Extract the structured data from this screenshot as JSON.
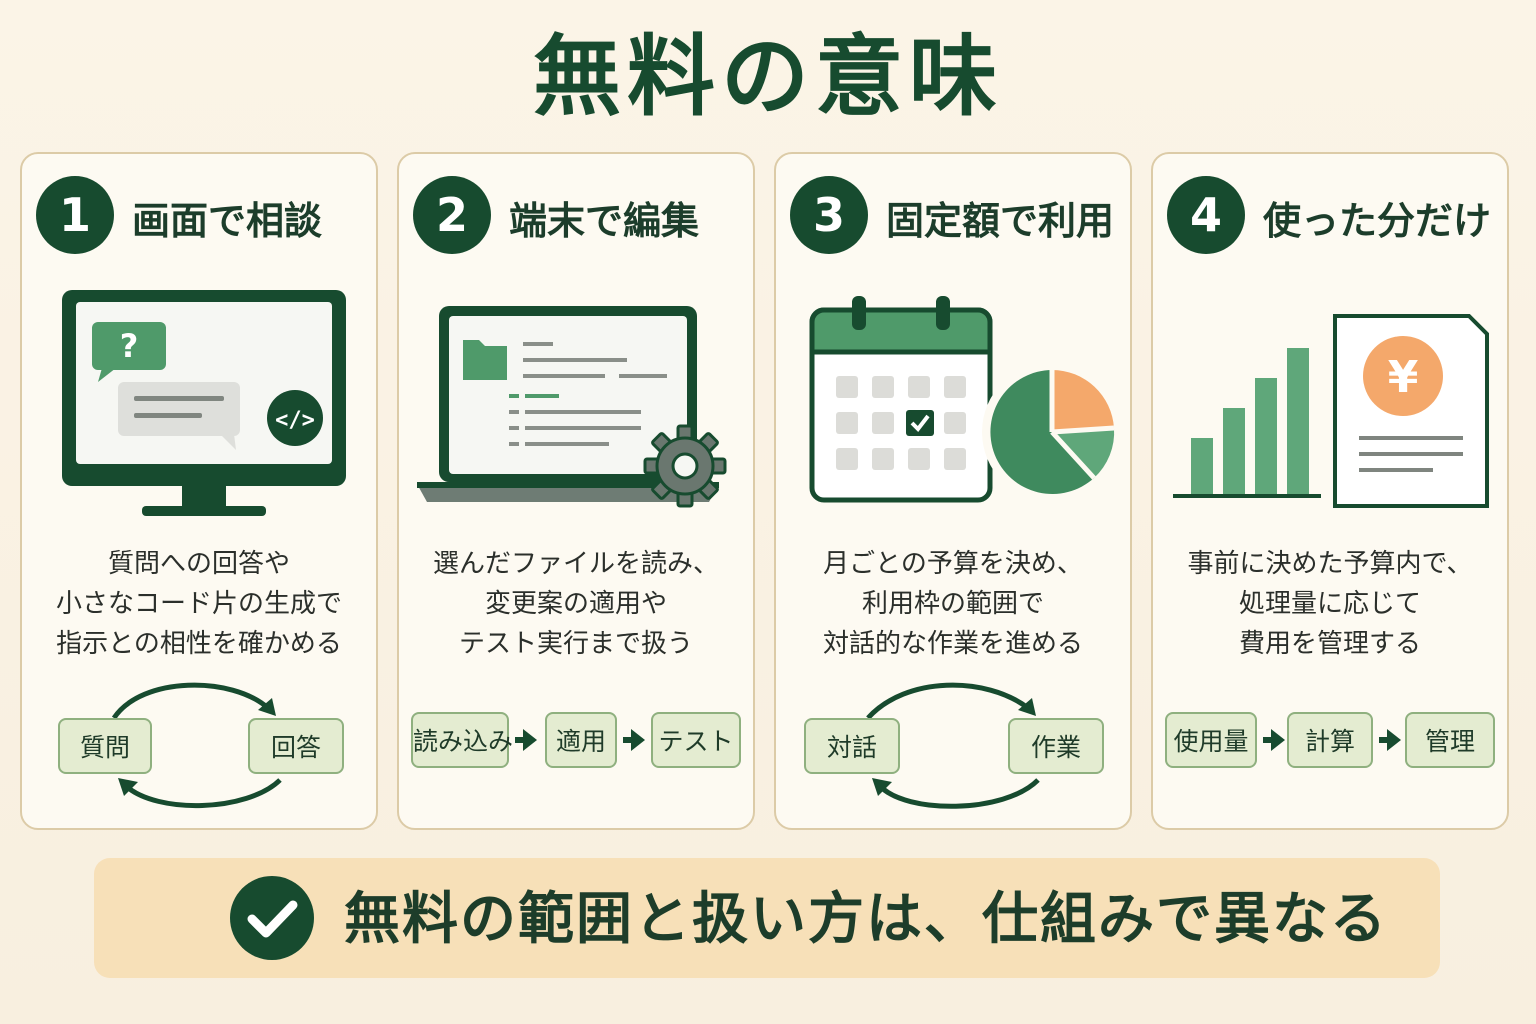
{
  "title": "無料の意味",
  "cards": [
    {
      "number": "1",
      "heading": "画面で相談",
      "desc": [
        "質問への回答や",
        "小さなコード片の生成で",
        "指示との相性を確かめる"
      ],
      "flow": [
        "質問",
        "回答"
      ],
      "illustration_text": [
        "?",
        "</>"
      ]
    },
    {
      "number": "2",
      "heading": "端末で編集",
      "desc": [
        "選んだファイルを読み、",
        "変更案の適用や",
        "テスト実行まで扱う"
      ],
      "flow": [
        "読み込み",
        "適用",
        "テスト"
      ]
    },
    {
      "number": "3",
      "heading": "固定額で利用",
      "desc": [
        "月ごとの予算を決め、",
        "利用枠の範囲で",
        "対話的な作業を進める"
      ],
      "flow": [
        "対話",
        "作業"
      ]
    },
    {
      "number": "4",
      "heading": "使った分だけ",
      "desc": [
        "事前に決めた予算内で、",
        "処理量に応じて",
        "費用を管理する"
      ],
      "flow": [
        "使用量",
        "計算",
        "管理"
      ],
      "illustration_text": [
        "¥"
      ]
    }
  ],
  "banner": {
    "text": "無料の範囲と扱い方は、仕組みで異なる"
  },
  "colors": {
    "dark_green": "#174b2f",
    "mid_green": "#4f9a6a",
    "orange": "#f4a86b",
    "box_fill": "#e4ecd1",
    "banner": "#f7e0b8"
  }
}
